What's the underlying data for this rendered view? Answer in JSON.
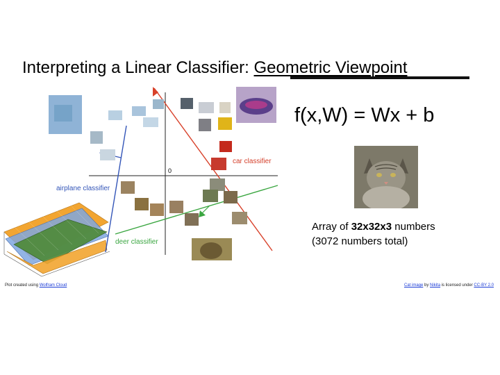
{
  "slide": {
    "title_prefix": "Interpreting a Linear Classifier: ",
    "title_emphasis": "Geometric Viewpoint",
    "formula": "f(x,W) = Wx + b",
    "array_prefix": "Array of ",
    "array_bold": "32x32x3",
    "array_suffix": " numbers",
    "array_line2": "(3072 numbers total)"
  },
  "plot": {
    "origin_label": "0",
    "car_label": "car classifier",
    "airplane_label": "airplane classifier",
    "deer_label": "deer classifier",
    "label_color": "#d43f2a",
    "airplane_color": "#3355b8",
    "deer_color": "#3aa640"
  },
  "credits": {
    "left_prefix": "Plot created using ",
    "left_link": "Wolfram Cloud",
    "right_link1": "Cat image",
    "right_mid1": " by ",
    "right_link2": "Nikita",
    "right_mid2": " is licensed under ",
    "right_link3": "CC-BY 2.0"
  }
}
